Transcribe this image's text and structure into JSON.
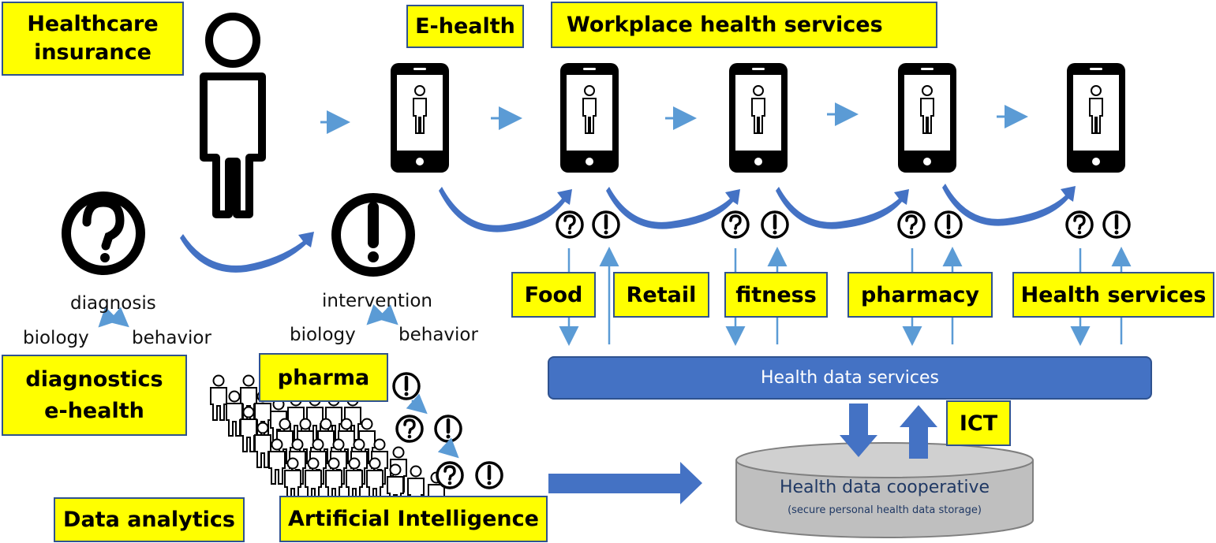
{
  "boxes": {
    "healthcare_insurance": "Healthcare insurance",
    "e_health": "E-health",
    "workplace": "Workplace health services",
    "food": "Food",
    "retail": "Retail",
    "fitness": "fitness",
    "pharmacy": "pharmacy",
    "health_services": "Health services",
    "diagnostics_line1": "diagnostics",
    "diagnostics_line2": "e-health",
    "pharma": "pharma",
    "ict": "ICT",
    "data_analytics": "Data analytics",
    "ai": "Artificial Intelligence"
  },
  "labels": {
    "diagnosis": "diagnosis",
    "intervention": "intervention",
    "biology": "biology",
    "behavior": "behavior"
  },
  "health_data_services": "Health data services",
  "cooperative": {
    "title": "Health data cooperative",
    "subtitle": "(secure personal health data storage)"
  },
  "colors": {
    "box_fill": "#ffff00",
    "box_border": "#2f528f",
    "arrow_blue": "#5b9bd5",
    "dark_blue": "#4472c4",
    "cylinder_gray": "#bfbfbf"
  }
}
